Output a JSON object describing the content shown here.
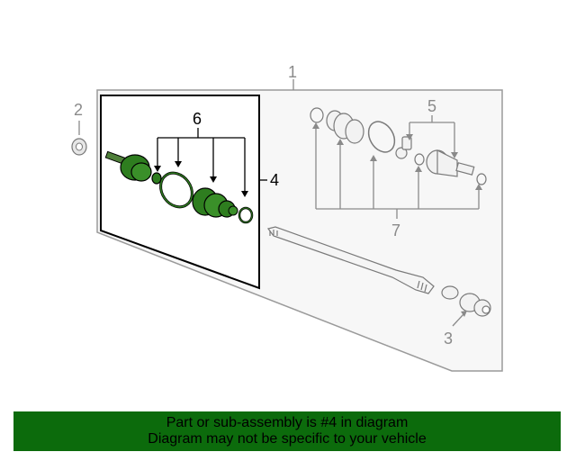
{
  "callouts": {
    "c1": "1",
    "c2": "2",
    "c3": "3",
    "c4": "4",
    "c5": "5",
    "c6": "6",
    "c7": "7"
  },
  "banner": {
    "line1": "Part or sub-assembly is #4 in diagram",
    "line2": "Diagram may not be specific to your vehicle"
  },
  "colors": {
    "highlight_part": "#2e7d1f",
    "banner_bg": "#0c6b0c",
    "grey_line": "#999999"
  }
}
